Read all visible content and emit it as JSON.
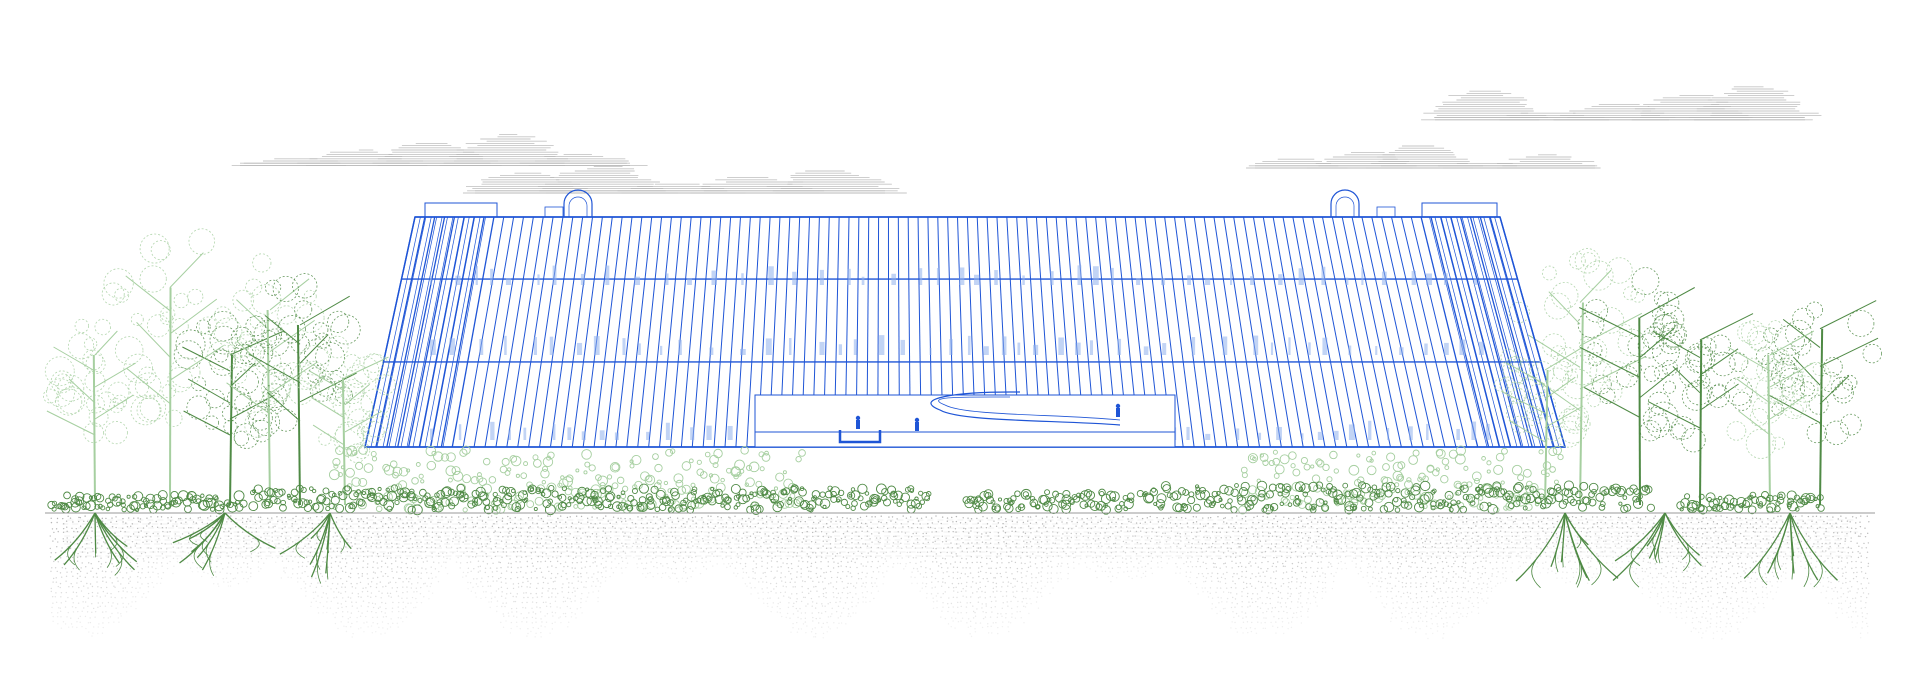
{
  "colors": {
    "structure": "#1f55d6",
    "structure_light": "#8fb0ec",
    "foliage_dark": "#4f8a45",
    "foliage_light": "#a6cfa0",
    "cloud": "#b4b4b4",
    "soil": "#9a9a9a",
    "background": "#ffffff"
  },
  "elements": {
    "building": "glass-greenhouse-elevation",
    "vaults": "roof-dome-vaults",
    "ramp": "spiral-ramp",
    "figures": "visitor-figures",
    "trees": "deciduous-trees",
    "shrubs": "undergrowth-shrubs",
    "ground": "soil-section",
    "roots": "tree-roots",
    "clouds": "sky-clouds"
  }
}
